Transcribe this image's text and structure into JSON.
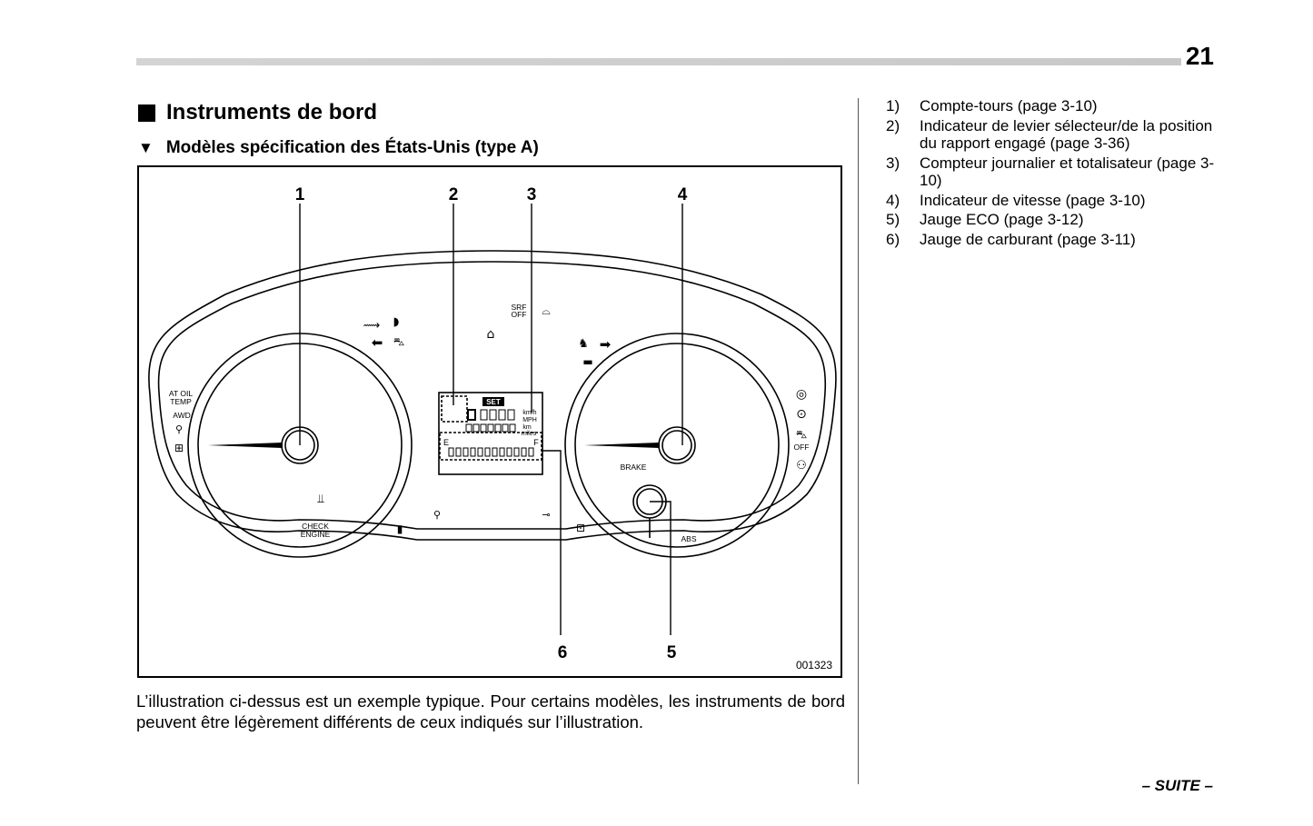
{
  "page": {
    "number": "21",
    "footer": "– SUITE –"
  },
  "section": {
    "title": "Instruments de bord"
  },
  "subsection": {
    "title": "Modèles spécification des États-Unis (type A)"
  },
  "figure": {
    "callouts": [
      "1",
      "2",
      "3",
      "4",
      "5",
      "6"
    ],
    "figure_id": "001323",
    "labels": {
      "at_oil_temp_1": "AT OIL",
      "at_oil_temp_2": "TEMP",
      "awd": "AWD",
      "check_engine_1": "CHECK",
      "check_engine_2": "ENGINE",
      "brake": "BRAKE",
      "abs": "ABS",
      "srf_off_1": "SRF",
      "srf_off_2": "OFF",
      "off": "OFF",
      "set": "SET",
      "kmh": "km/h",
      "mph": "MPH",
      "km": "km",
      "miles": "miles",
      "fuel_e": "E",
      "fuel_f": "F"
    }
  },
  "caption": "L’illustration ci-dessus est un exemple typique. Pour certains modèles, les instruments de bord peuvent être légèrement différents de ceux indiqués sur l’illustration.",
  "legend": [
    {
      "num": "1)",
      "text": "Compte-tours (page 3-10)"
    },
    {
      "num": "2)",
      "text": "Indicateur de levier sélecteur/de la position du rapport engagé (page 3-36)"
    },
    {
      "num": "3)",
      "text": "Compteur journalier et totalisateur (page 3-10)"
    },
    {
      "num": "4)",
      "text": "Indicateur de vitesse (page 3-10)"
    },
    {
      "num": "5)",
      "text": "Jauge ECO (page 3-12)"
    },
    {
      "num": "6)",
      "text": "Jauge de carburant (page 3-11)"
    }
  ]
}
